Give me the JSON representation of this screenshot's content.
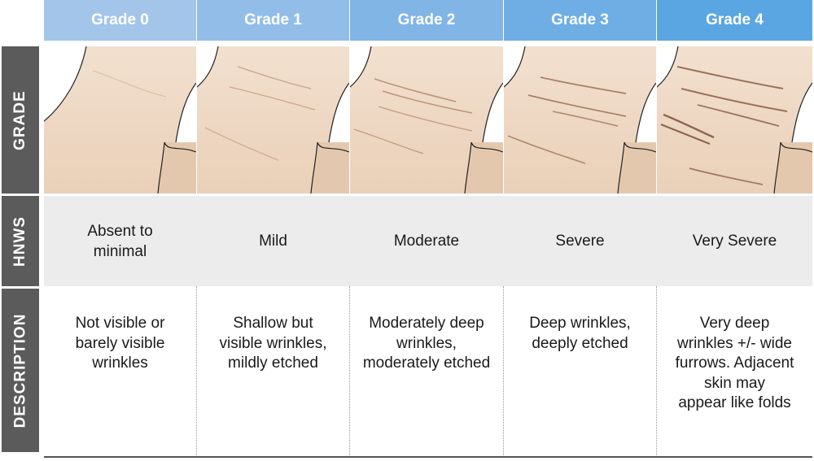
{
  "header": {
    "grades": [
      "Grade 0",
      "Grade 1",
      "Grade 2",
      "Grade 3",
      "Grade 4"
    ],
    "colors": [
      "#a3c5ea",
      "#92bde8",
      "#80b5e6",
      "#6eaee4",
      "#5aa6e2"
    ]
  },
  "rows": {
    "grade_label": "GRADE",
    "hnws_label": "HNWS",
    "description_label": "DESCRIPTION"
  },
  "hnws": [
    {
      "line1": "Absent to",
      "line2": "minimal"
    },
    {
      "line1": "Mild"
    },
    {
      "line1": "Moderate"
    },
    {
      "line1": "Severe"
    },
    {
      "line1": "Very Severe"
    }
  ],
  "descriptions": [
    [
      "Not visible or",
      "barely visible",
      "wrinkles"
    ],
    [
      "Shallow but",
      "visible wrinkles,",
      "mildly etched"
    ],
    [
      "Moderately deep",
      "wrinkles,",
      "moderately etched"
    ],
    [
      "Deep wrinkles,",
      "deeply etched"
    ],
    [
      "Very deep",
      "wrinkles +/- wide",
      "furrows. Adjacent",
      "skin may",
      "appear like folds"
    ]
  ],
  "illustrations": [
    "neck-grade-0",
    "neck-grade-1",
    "neck-grade-2",
    "neck-grade-3",
    "neck-grade-4"
  ],
  "palette": {
    "skin_light": "#f4e6d8",
    "skin_mid": "#ecd5bf",
    "skin_dark": "#e2c3a6",
    "wrinkle": "#b48c74",
    "side_tab": "#5b5b5b",
    "hnws_row": "#ececec"
  }
}
